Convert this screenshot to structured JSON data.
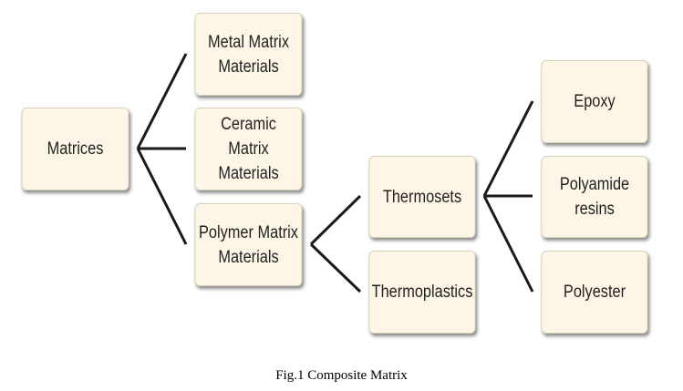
{
  "nodes": {
    "matrices": "Matrices",
    "metal": "Metal Matrix\nMaterials",
    "ceramic": "Ceramic Matrix\nMaterials",
    "polymer": "Polymer Matrix\nMaterials",
    "thermosets": "Thermosets",
    "thermoplastics": "Thermoplastics",
    "epoxy": "Epoxy",
    "polyamide": "Polyamide\nresins",
    "polyester": "Polyester"
  },
  "caption": "Fig.1 Composite Matrix",
  "colors": {
    "box_fill": "#fdf6e6",
    "box_border": "#d9cfb8",
    "connector": "#1a1a1a",
    "text": "#222222"
  }
}
